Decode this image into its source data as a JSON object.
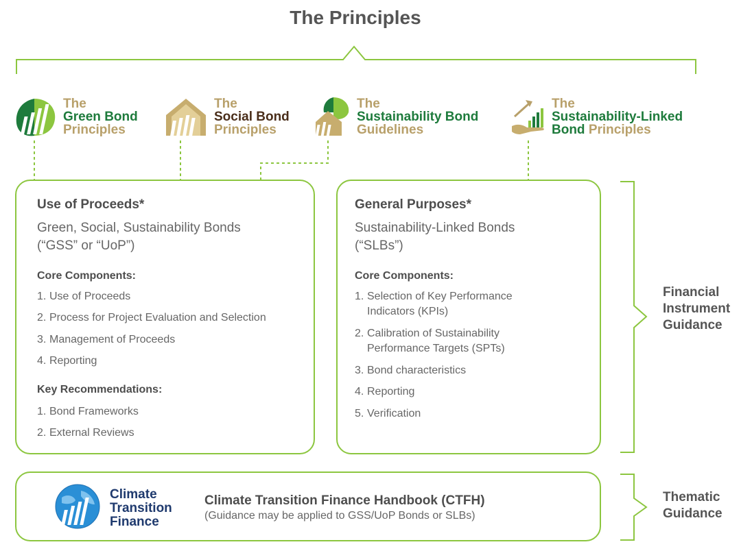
{
  "title": "The Principles",
  "colors": {
    "accent_green": "#8cc63f",
    "dark_green": "#1e7b3c",
    "tan": "#b8a06a",
    "brown": "#4a2e1a",
    "navy": "#1f3a6e"
  },
  "logos": {
    "green_bond": {
      "line1": "The",
      "line2": "Green Bond",
      "line3": "Principles",
      "icon": "green-leaf-icon"
    },
    "social_bond": {
      "line1": "The",
      "line2": "Social Bond",
      "line3": "Principles",
      "icon": "house-icon"
    },
    "sustainability_bond": {
      "line1": "The",
      "line2": "Sustainability Bond",
      "line3": "Guidelines",
      "icon": "leaf-house-icon"
    },
    "sustainability_linked": {
      "line1": "The",
      "line2": "Sustainability-Linked",
      "line3a": "Bond",
      "line3b": " Principles",
      "icon": "growth-hand-icon"
    }
  },
  "uop_box": {
    "title": "Use of Proceeds*",
    "subtitle_line1": "Green, Social, Sustainability Bonds",
    "subtitle_line2": "(“GSS” or “UoP”)",
    "core_heading": "Core Components:",
    "core_items": [
      {
        "num": "1.",
        "text": "Use of Proceeds"
      },
      {
        "num": "2.",
        "text": "Process for Project Evaluation and Selection"
      },
      {
        "num": "3.",
        "text": "Management of Proceeds"
      },
      {
        "num": "4.",
        "text": "Reporting"
      }
    ],
    "rec_heading": "Key Recommendations:",
    "rec_items": [
      {
        "num": "1.",
        "text": "Bond Frameworks"
      },
      {
        "num": "2.",
        "text": "External Reviews"
      }
    ]
  },
  "gp_box": {
    "title": "General Purposes*",
    "subtitle_line1": "Sustainability-Linked Bonds",
    "subtitle_line2": "(“SLBs”)",
    "core_heading": "Core Components:",
    "core_items": [
      {
        "num": "1.",
        "line1": "Selection of Key Performance",
        "line2": "Indicators (KPIs)"
      },
      {
        "num": "2.",
        "line1": "Calibration of Sustainability",
        "line2": "Performance Targets (SPTs)"
      },
      {
        "num": "3.",
        "line1": "Bond characteristics",
        "line2": ""
      },
      {
        "num": "4.",
        "line1": "Reporting",
        "line2": ""
      },
      {
        "num": "5.",
        "line1": "Verification",
        "line2": ""
      }
    ]
  },
  "ctfh": {
    "logo_line1": "Climate",
    "logo_line2": "Transition",
    "logo_line3": "Finance",
    "title": "Climate Transition Finance Handbook (CTFH)",
    "subtitle": "(Guidance may be applied to GSS/UoP Bonds or SLBs)"
  },
  "side_labels": {
    "financial": [
      "Financial",
      "Instrument",
      "Guidance"
    ],
    "thematic": [
      "Thematic",
      "Guidance"
    ]
  }
}
